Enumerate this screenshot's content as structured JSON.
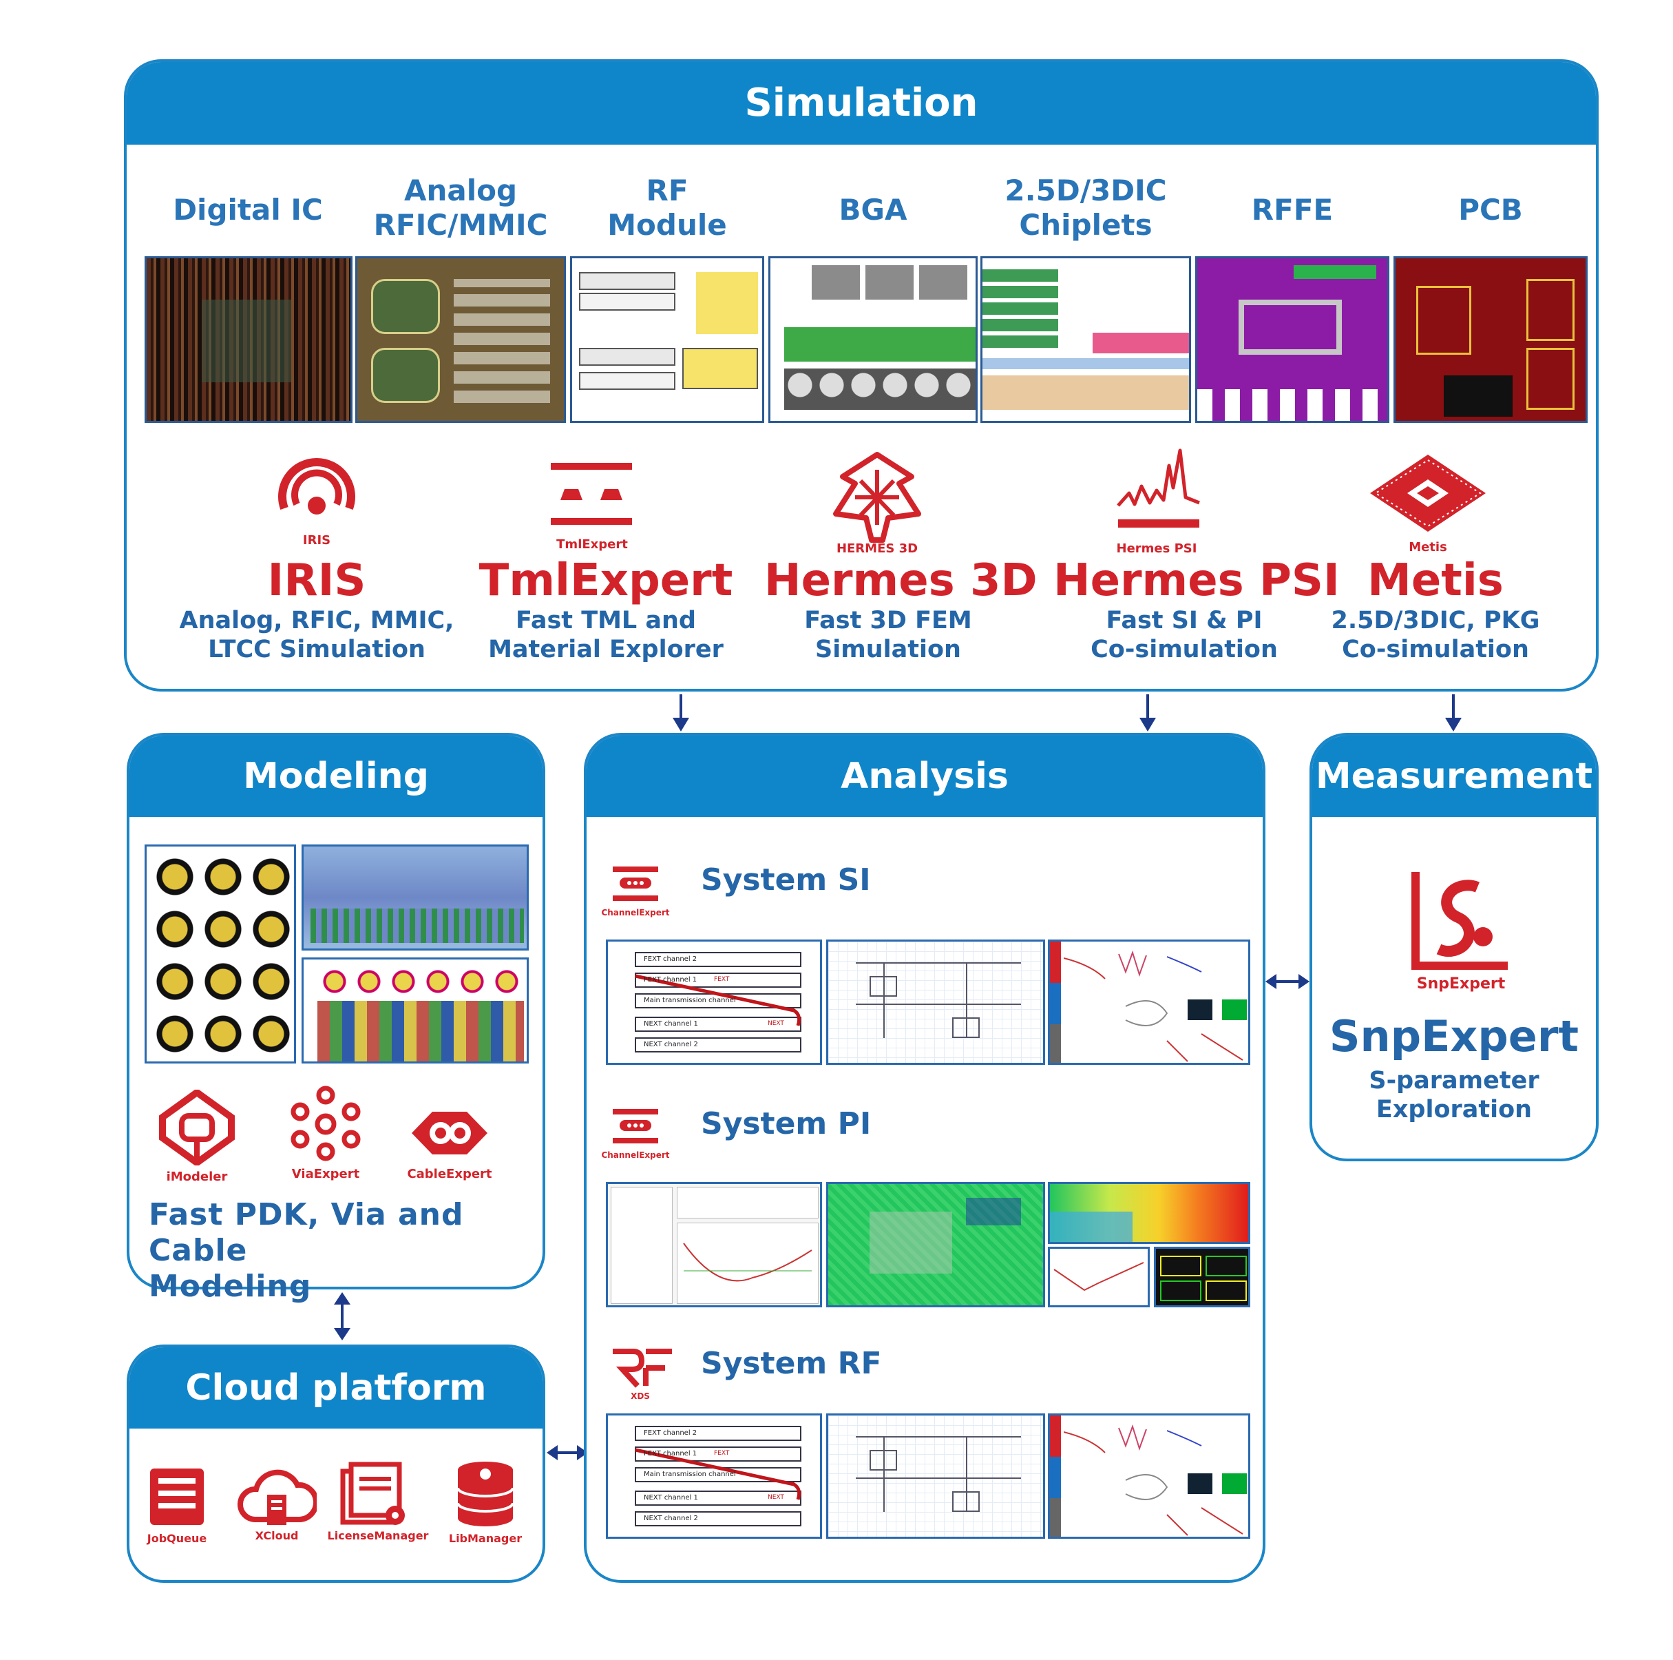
{
  "simulation": {
    "title": "Simulation",
    "categories": [
      {
        "line1": "Digital IC",
        "line2": ""
      },
      {
        "line1": "Analog",
        "line2": "RFIC/MMIC"
      },
      {
        "line1": "RF",
        "line2": "Module"
      },
      {
        "line1": "BGA",
        "line2": ""
      },
      {
        "line1": "2.5D/3DIC",
        "line2": "Chiplets"
      },
      {
        "line1": "RFFE",
        "line2": ""
      },
      {
        "line1": "PCB",
        "line2": ""
      }
    ],
    "products": [
      {
        "caption": "IRIS",
        "name": "IRIS",
        "desc1": "Analog, RFIC, MMIC,",
        "desc2": "LTCC Simulation",
        "icon": "iris-icon"
      },
      {
        "caption": "TmlExpert",
        "name": "TmlExpert",
        "desc1": "Fast TML and",
        "desc2": "Material Explorer",
        "icon": "tmlexpert-icon"
      },
      {
        "caption": "HERMES 3D",
        "name": "Hermes 3D",
        "desc1": "Fast 3D FEM",
        "desc2": "Simulation",
        "icon": "hermes3d-icon"
      },
      {
        "caption": "Hermes PSI",
        "name": "Hermes PSI",
        "desc1": "Fast SI & PI",
        "desc2": "Co-simulation",
        "icon": "hermespsi-icon"
      },
      {
        "caption": "Metis",
        "name": "Metis",
        "desc1": "2.5D/3DIC, PKG",
        "desc2": "Co-simulation",
        "icon": "metis-icon"
      }
    ]
  },
  "modeling": {
    "title": "Modeling",
    "tools": [
      {
        "label": "iModeler",
        "icon": "imodeler-icon"
      },
      {
        "label": "ViaExpert",
        "icon": "viaexpert-icon"
      },
      {
        "label": "CableExpert",
        "icon": "cableexpert-icon"
      }
    ],
    "desc1": "Fast PDK, Via and Cable",
    "desc2": "Modeling"
  },
  "analysis": {
    "title": "Analysis",
    "systems": [
      {
        "title": "System SI",
        "logo_caption": "ChannelExpert",
        "icon": "channelexpert-icon"
      },
      {
        "title": "System PI",
        "logo_caption": "ChannelExpert",
        "icon": "channelexpert-icon"
      },
      {
        "title": "System RF",
        "logo_caption": "XDS",
        "icon": "xds-icon"
      }
    ],
    "channel_labels": [
      "FEXT channel 2",
      "FEXT channel 1",
      "Main transmission channel",
      "NEXT channel 1",
      "NEXT channel 2"
    ],
    "fext_tag": "FEXT",
    "next_tag": "NEXT"
  },
  "measurement": {
    "title": "Measurement",
    "caption": "SnpExpert",
    "name": "SnpExpert",
    "desc1": "S-parameter",
    "desc2": "Exploration",
    "icon": "snpexpert-icon"
  },
  "cloud": {
    "title": "Cloud platform",
    "tools": [
      {
        "label": "JobQueue",
        "icon": "jobqueue-icon"
      },
      {
        "label": "XCloud",
        "icon": "xcloud-icon"
      },
      {
        "label": "LicenseManager",
        "icon": "licensemanager-icon"
      },
      {
        "label": "LibManager",
        "icon": "libmanager-icon"
      }
    ]
  },
  "colors": {
    "brand_blue": "#0f86c9",
    "brand_red": "#d2232a",
    "text_blue": "#2466a8",
    "arrow_navy": "#1d3a8a"
  }
}
